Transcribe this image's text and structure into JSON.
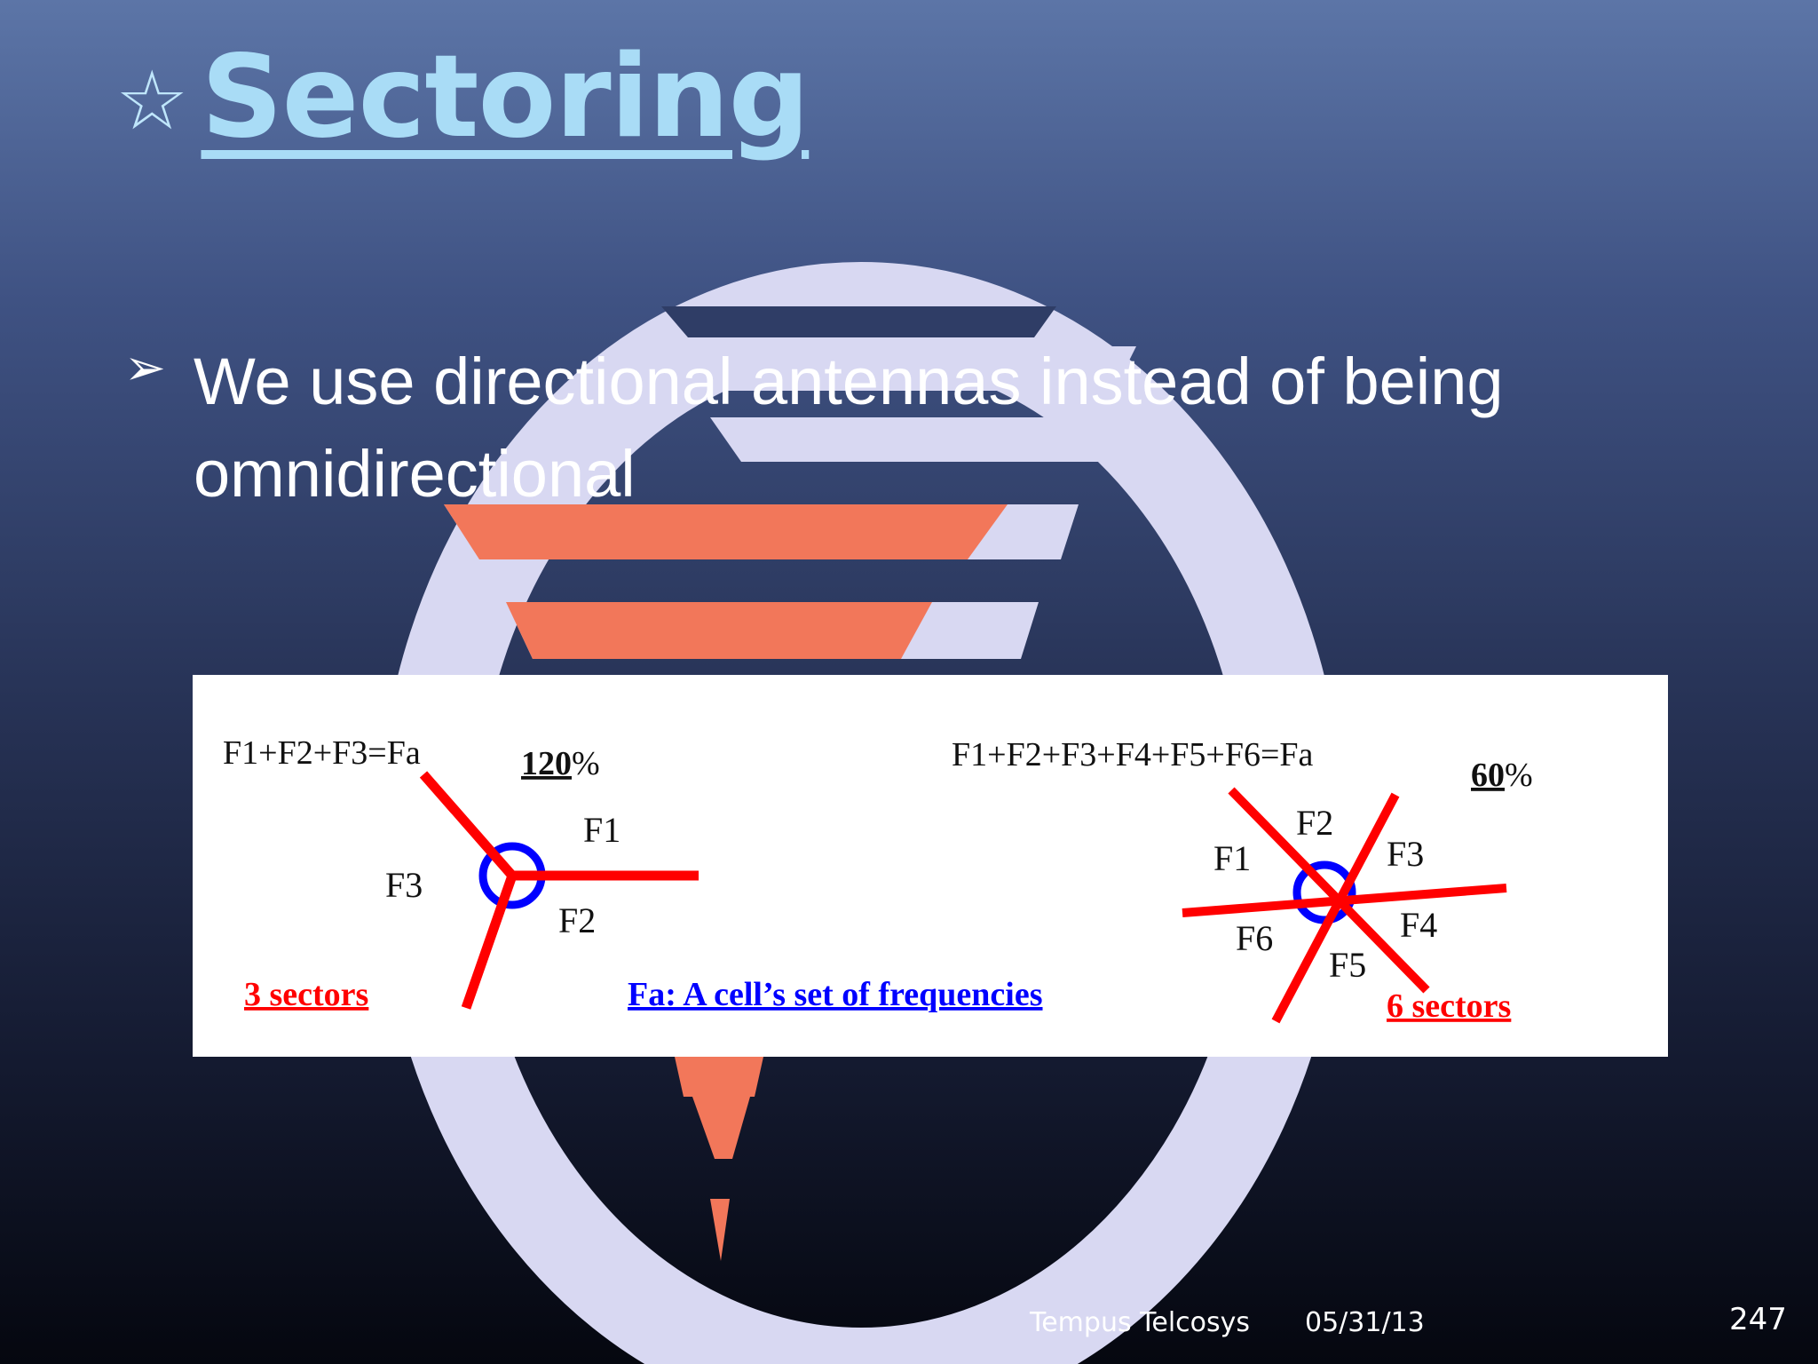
{
  "slide": {
    "title": "Sectoring",
    "title_marker": "☆",
    "bullet_marker": "➢",
    "bullet_text": "We use directional antennas instead of being omnidirectional"
  },
  "figure": {
    "left": {
      "equation": "F1+F2+F3=Fa",
      "angle_number": "120",
      "angle_suffix": "%",
      "labels": {
        "f1": "F1",
        "f2": "F2",
        "f3": "F3"
      },
      "caption": "3 sectors"
    },
    "center_caption": "Fa: A cell’s set of frequencies",
    "right": {
      "equation": "F1+F2+F3+F4+F5+F6=Fa",
      "angle_number": "60",
      "angle_suffix": "%",
      "labels": {
        "f1": "F1",
        "f2": "F2",
        "f3": "F3",
        "f4": "F4",
        "f5": "F5",
        "f6": "F6"
      },
      "caption": "6 sectors"
    }
  },
  "footer": {
    "organization": "Tempus Telcosys",
    "date": "05/31/13",
    "slide_number": "247"
  },
  "colors": {
    "title": "#a9dcf6",
    "logo_ring": "#d9d9f3",
    "logo_accent": "#f2775a",
    "sector_line": "#ff0000",
    "cell_circle": "#0000ff",
    "center_caption": "#0000ff"
  }
}
